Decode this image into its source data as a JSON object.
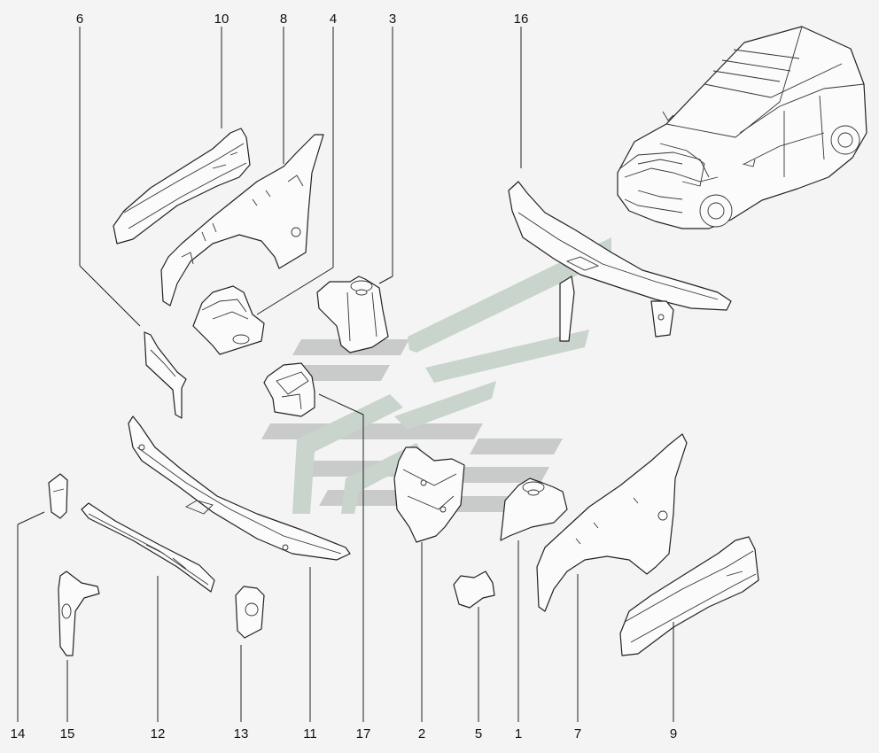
{
  "callouts": [
    {
      "id": "6",
      "label": "6"
    },
    {
      "id": "10",
      "label": "10"
    },
    {
      "id": "8",
      "label": "8"
    },
    {
      "id": "4",
      "label": "4"
    },
    {
      "id": "3",
      "label": "3"
    },
    {
      "id": "16",
      "label": "16"
    },
    {
      "id": "14",
      "label": "14"
    },
    {
      "id": "15",
      "label": "15"
    },
    {
      "id": "12",
      "label": "12"
    },
    {
      "id": "13",
      "label": "13"
    },
    {
      "id": "11",
      "label": "11"
    },
    {
      "id": "17",
      "label": "17"
    },
    {
      "id": "2",
      "label": "2"
    },
    {
      "id": "5",
      "label": "5"
    },
    {
      "id": "1",
      "label": "1"
    },
    {
      "id": "7",
      "label": "7"
    },
    {
      "id": "9",
      "label": "9"
    }
  ],
  "colors": {
    "background": "#f4f4f4",
    "line": "#222222",
    "watermark_grey": "#c9cbcb",
    "watermark_green": "#c8d4cc"
  },
  "icons": {
    "watermark": "brand-watermark-logo",
    "vehicle": "car-highlighted-front-body-icon"
  }
}
